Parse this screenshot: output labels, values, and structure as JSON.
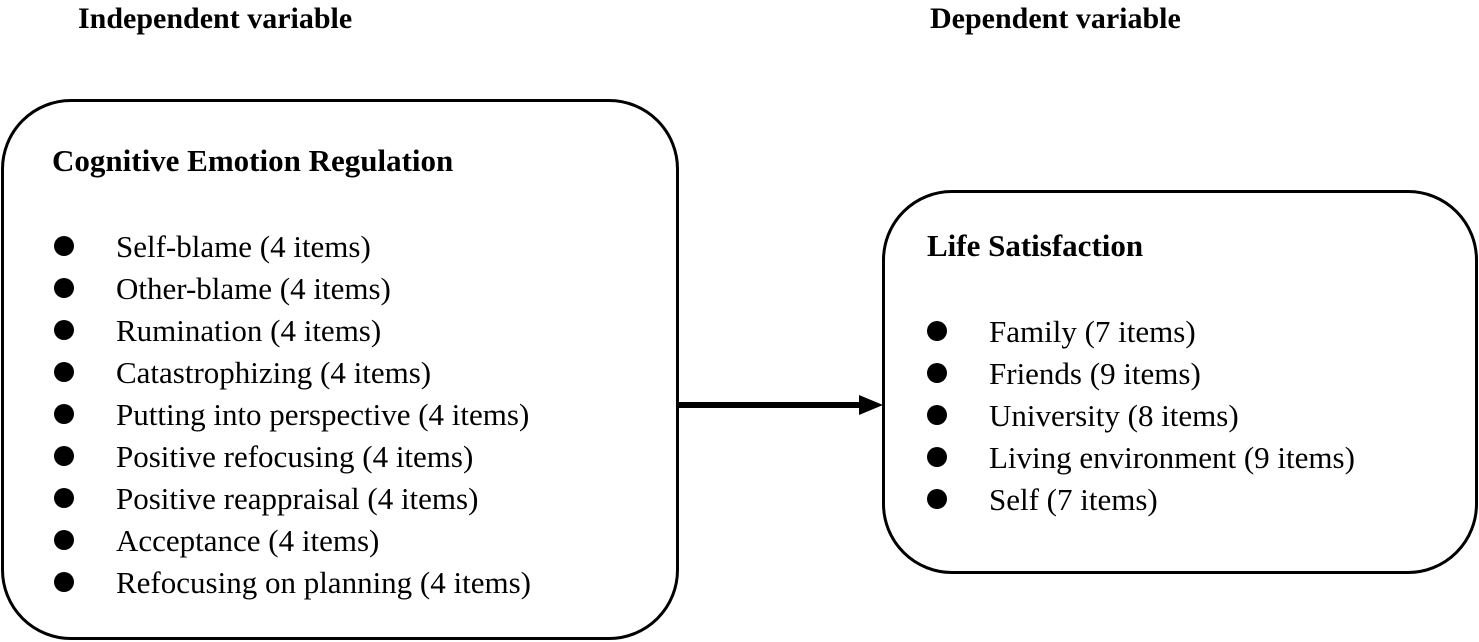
{
  "independent": {
    "heading": "Independent variable",
    "title": "Cognitive Emotion Regulation",
    "items": [
      "Self-blame (4 items)",
      "Other-blame (4 items)",
      "Rumination (4 items)",
      "Catastrophizing (4 items)",
      "Putting into perspective (4 items)",
      "Positive refocusing (4 items)",
      "Positive reappraisal (4 items)",
      "Acceptance (4 items)",
      "Refocusing on planning (4 items)"
    ]
  },
  "dependent": {
    "heading": "Dependent variable",
    "title": "Life Satisfaction",
    "items": [
      "Family (7 items)",
      "Friends (9 items)",
      "University (8 items)",
      "Living environment (9 items)",
      "Self (7 items)"
    ]
  }
}
